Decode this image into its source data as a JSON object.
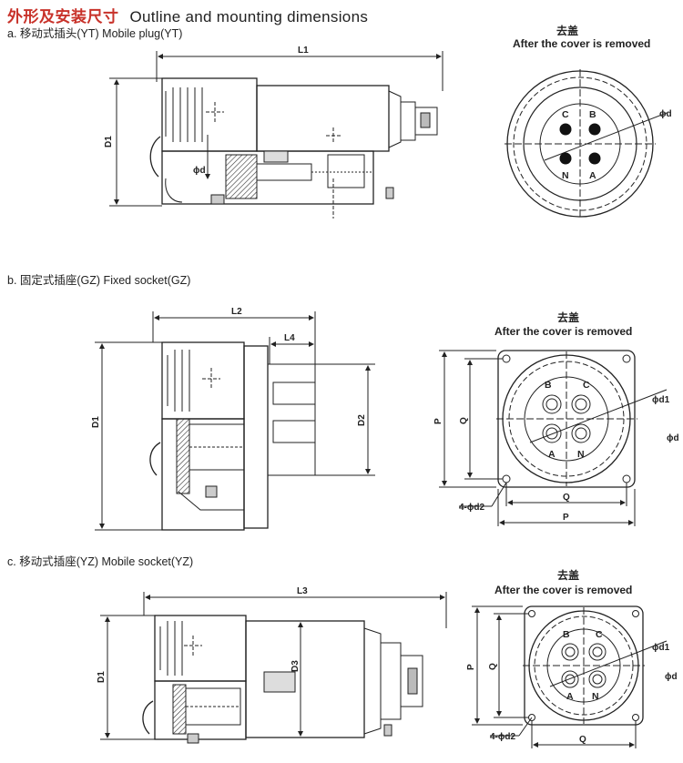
{
  "header": {
    "title_cn": "外形及安装尺寸",
    "title_en": "Outline and mounting dimensions"
  },
  "sections": {
    "a": {
      "label": "a. 移动式插头(YT)  Mobile plug(YT)",
      "cover_cn": "去盖",
      "cover_en": "After the cover is removed",
      "dims": {
        "l1": "L1",
        "d1": "D1",
        "phi_d_side": "ϕd",
        "phi_d_end": "ϕd"
      },
      "pins": {
        "c": "C",
        "b": "B",
        "n": "N",
        "a": "A"
      }
    },
    "b": {
      "label": "b. 固定式插座(GZ)  Fixed socket(GZ)",
      "cover_cn": "去盖",
      "cover_en": "After the cover is removed",
      "dims": {
        "l2": "L2",
        "l4": "L4",
        "d1": "D1",
        "d2": "D2",
        "p_vert": "P",
        "q_vert": "Q",
        "q_horiz": "Q",
        "p_horiz": "P",
        "phi_d1": "ϕd1",
        "phi_d": "ϕd",
        "holes": "4-ϕd2"
      },
      "pins": {
        "b": "B",
        "c": "C",
        "a": "A",
        "n": "N"
      }
    },
    "c": {
      "label": "c. 移动式插座(YZ)  Mobile socket(YZ)",
      "cover_cn": "去盖",
      "cover_en": "After the cover is removed",
      "dims": {
        "l3": "L3",
        "d1": "D1",
        "d3": "D3",
        "p_vert": "P",
        "q_vert": "Q",
        "q_horiz": "Q",
        "phi_d1": "ϕd1",
        "phi_d": "ϕd",
        "holes": "4-ϕd2"
      },
      "pins": {
        "b": "B",
        "c": "C",
        "a": "A",
        "n": "N"
      }
    }
  }
}
